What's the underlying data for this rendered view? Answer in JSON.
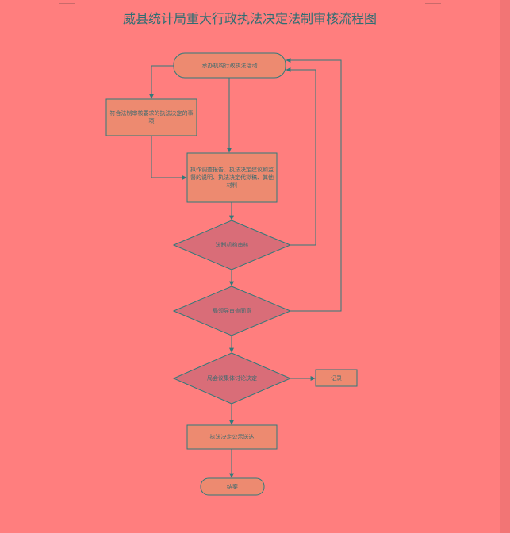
{
  "title": "威县统计局重大行政执法决定法制审核流程图",
  "nodes": {
    "start": "承办机构行政执法活动",
    "matters": "符合法制审核要求的执法决定的事项",
    "materials": "拟作调查报告、执法决定建议和监督的说明、执法决定代拟稿、其他材料",
    "legal_review": "法制机构审核",
    "leader_review": "局领导审查同意",
    "meeting": "局会议集体讨论决定",
    "record": "记录",
    "publish": "执法决定公示送达",
    "end": "结案"
  },
  "colors": {
    "background": "#ff7e7e",
    "box_fill": "#ed8a70",
    "diamond_fill": "#d96d78",
    "line": "#2f7a7a",
    "title": "#2f6e73"
  }
}
